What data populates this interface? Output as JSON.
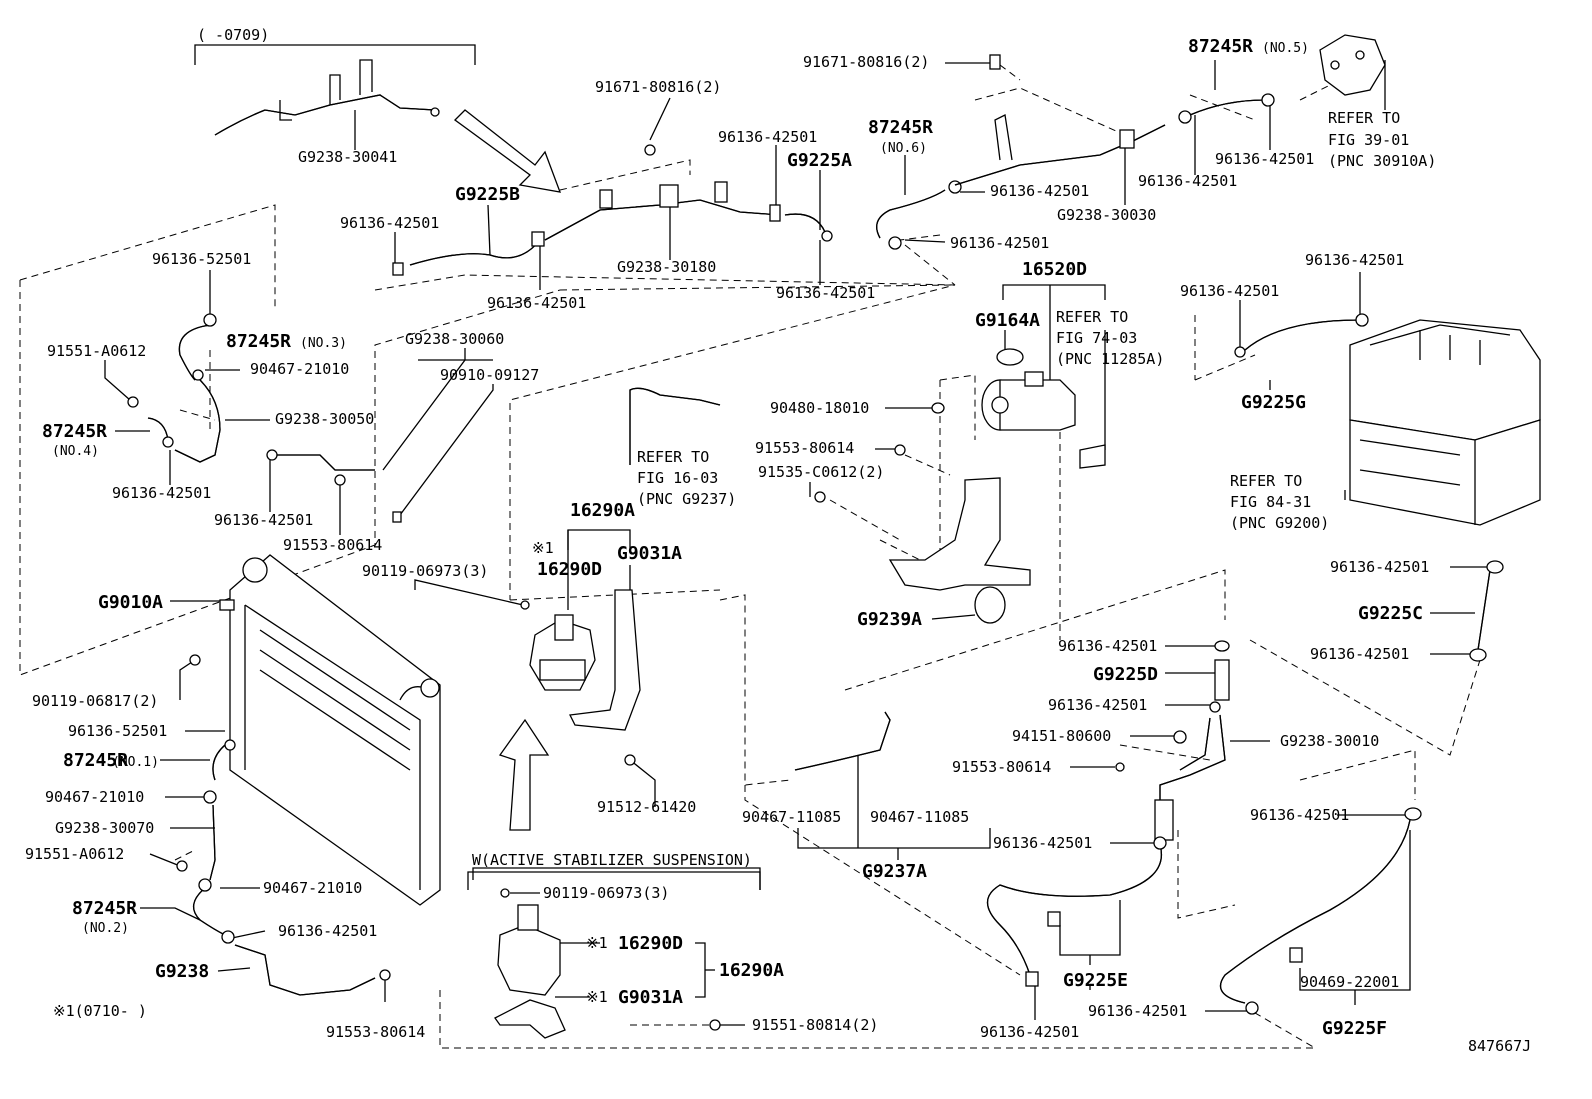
{
  "diagram_id": "847667J",
  "labels": {
    "date_range_top": "(    -0709)",
    "footnote_date": "※1(0710-     )",
    "variant_box_title": "W(ACTIVE STABILIZER SUSPENSION)",
    "p_g9238_30041": "G9238-30041",
    "p_91671_left": "91671-80816(2)",
    "p_91671_right": "91671-80816(2)",
    "p_87245r_no5": "87245R",
    "p_87245r_no5_note": "(NO.5)",
    "p_refer_39_1": "REFER TO",
    "p_refer_39_2": "FIG 39-01",
    "p_refer_39_3": "(PNC 30910A)",
    "p_96136_42501_a": "96136-42501",
    "p_g9225a": "G9225A",
    "p_87245r_no6": "87245R",
    "p_87245r_no6_note": "(NO.6)",
    "p_96136_42501_b": "96136-42501",
    "p_96136_42501_c": "96136-42501",
    "p_96136_42501_d": "96136-42501",
    "p_g9238_30030": "G9238-30030",
    "p_g9225b": "G9225B",
    "p_96136_42501_e": "96136-42501",
    "p_96136_42501_f": "96136-42501",
    "p_g9238_30180": "G9238-30180",
    "p_96136_42501_g": "96136-42501",
    "p_96136_42501_h": "96136-42501",
    "p_96136_52501_top": "96136-52501",
    "p_87245r_no3": "87245R",
    "p_87245r_no3_note": "(NO.3)",
    "p_91551_a0612_top": "91551-A0612",
    "p_90467_21010_top": "90467-21010",
    "p_g9238_30050": "G9238-30050",
    "p_87245r_no4": "87245R",
    "p_87245r_no4_note": "(NO.4)",
    "p_96136_42501_i": "96136-42501",
    "p_96136_42501_j": "96136-42501",
    "p_91553_80614_a": "91553-80614",
    "p_g9238_30060": "G9238-30060",
    "p_90910_09127": "90910-09127",
    "p_16520d": "16520D",
    "p_g9164a": "G9164A",
    "p_refer_74_1": "REFER TO",
    "p_refer_74_2": "FIG 74-03",
    "p_refer_74_3": "(PNC 11285A)",
    "p_96136_42501_k": "96136-42501",
    "p_96136_42501_l": "96136-42501",
    "p_g9225g": "G9225G",
    "p_90480_18010": "90480-18010",
    "p_91553_80614_b": "91553-80614",
    "p_91535_c0612": "91535-C0612(2)",
    "p_refer_16_1": "REFER TO",
    "p_refer_16_2": "FIG 16-03",
    "p_refer_16_3": "(PNC G9237)",
    "p_refer_84_1": "REFER TO",
    "p_refer_84_2": "FIG 84-31",
    "p_refer_84_3": "(PNC G9200)",
    "p_16290a_top": "16290A",
    "p_mark1_top": "※1",
    "p_16290d_top": "16290D",
    "p_g9031a_top": "G9031A",
    "p_90119_06973_top": "90119-06973(3)",
    "p_g9010a": "G9010A",
    "p_g9239a": "G9239A",
    "p_96136_42501_m": "96136-42501",
    "p_g9225c": "G9225C",
    "p_96136_42501_n": "96136-42501",
    "p_96136_42501_o": "96136-42501",
    "p_g9225d": "G9225D",
    "p_96136_42501_p": "96136-42501",
    "p_90119_06817": "90119-06817(2)",
    "p_96136_52501_low": "96136-52501",
    "p_87245r_no1": "87245R",
    "p_87245r_no1_note": "(NO.1)",
    "p_94151_80600": "94151-80600",
    "p_g9238_30010": "G9238-30010",
    "p_91553_80614_c": "91553-80614",
    "p_90467_21010_mid": "90467-21010",
    "p_g9238_30070": "G9238-30070",
    "p_91512_61420": "91512-61420",
    "p_90467_11085_a": "90467-11085",
    "p_90467_11085_b": "90467-11085",
    "p_96136_42501_q": "96136-42501",
    "p_96136_42501_r": "96136-42501",
    "p_91551_a0612_low": "91551-A0612",
    "p_g9237a": "G9237A",
    "p_90467_21010_low": "90467-21010",
    "p_90119_06973_bot": "90119-06973(3)",
    "p_87245r_no2": "87245R",
    "p_87245r_no2_note": "(NO.2)",
    "p_96136_42501_s": "96136-42501",
    "p_mark1_16290d": "※1",
    "p_16290d_bot": "16290D",
    "p_16290a_bot": "16290A",
    "p_g9238": "G9238",
    "p_g9225e": "G9225E",
    "p_90469_22001": "90469-22001",
    "p_mark1_g9031a": "※1",
    "p_g9031a_bot": "G9031A",
    "p_96136_42501_t": "96136-42501",
    "p_91551_80814": "91551-80814(2)",
    "p_91553_80614_d": "91553-80614",
    "p_96136_42501_u": "96136-42501",
    "p_g9225f": "G9225F"
  }
}
